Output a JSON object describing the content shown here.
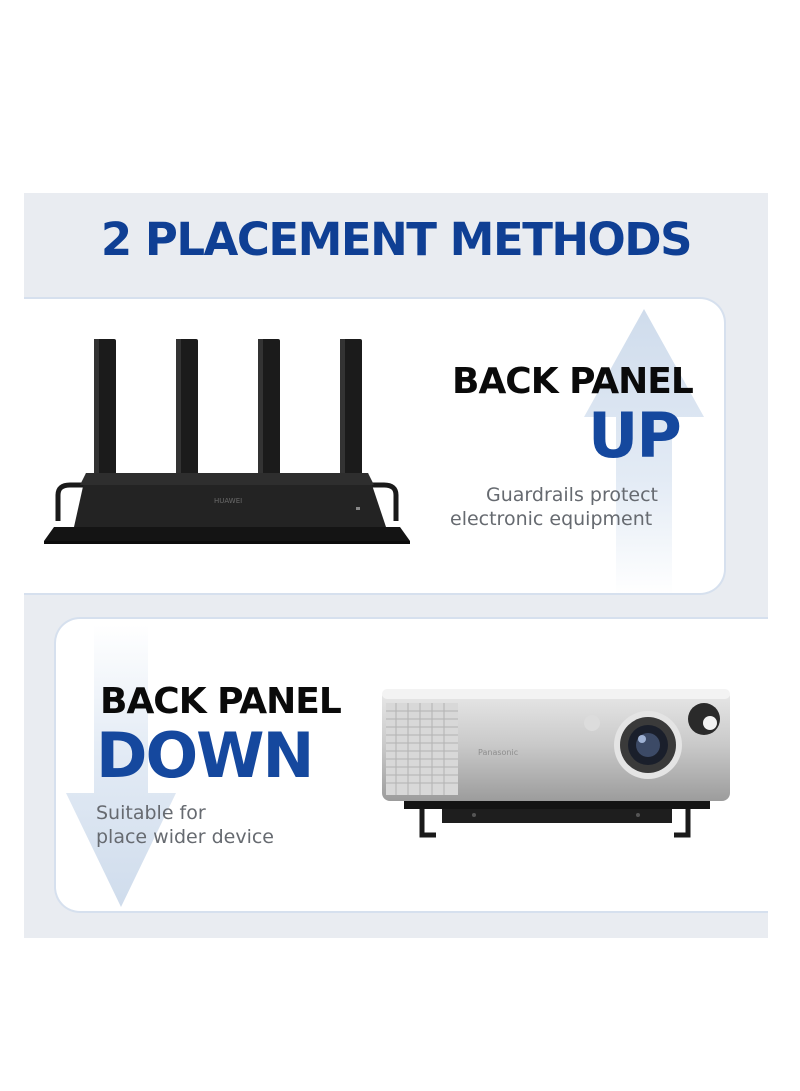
{
  "title": "2 PLACEMENT METHODS",
  "method_up": {
    "heading_line1": "BACK PANEL",
    "heading_line2": "UP",
    "caption_line1": "Guardrails protect",
    "caption_line2": "electronic equipment",
    "device_brand": "HUAWEI",
    "arrow_icon": "arrow-up-icon",
    "device_icon": "router-on-shelf-icon"
  },
  "method_down": {
    "heading_line1": "BACK PANEL",
    "heading_line2": "DOWN",
    "caption_line1": "Suitable for",
    "caption_line2": "place wider device",
    "device_brand": "Panasonic",
    "arrow_icon": "arrow-down-icon",
    "device_icon": "projector-on-shelf-icon"
  },
  "colors": {
    "title": "#0f3f94",
    "heading_accent": "#15489e",
    "heading_dark": "#0a0a0a",
    "caption": "#666a70",
    "frame_bg": "#e9ecf1",
    "card_border": "#d6e0ee"
  }
}
